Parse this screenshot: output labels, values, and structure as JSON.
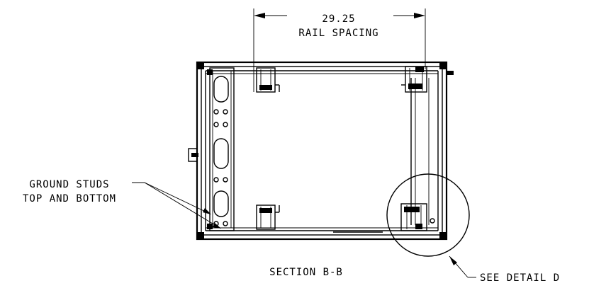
{
  "dimension": {
    "value": "29.25",
    "caption": "RAIL SPACING"
  },
  "callouts": {
    "ground_studs_line1": "GROUND STUDS",
    "ground_studs_line2": "TOP AND BOTTOM",
    "see_detail": "SEE DETAIL  D"
  },
  "section_title": "SECTION  B-B",
  "line_color": "#000000",
  "background": "#ffffff"
}
